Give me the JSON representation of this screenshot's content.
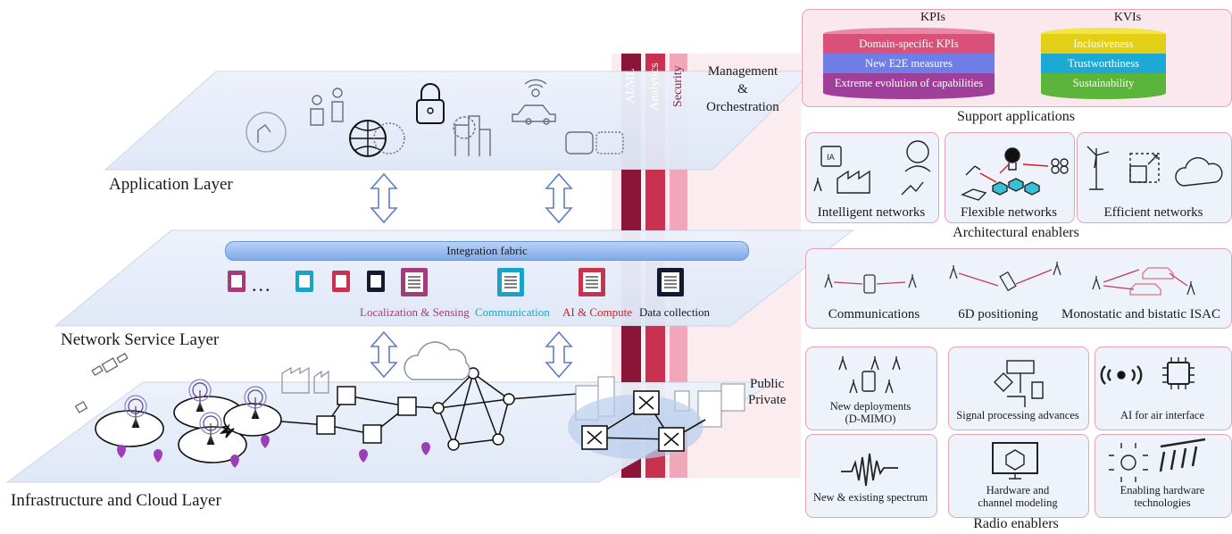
{
  "left": {
    "layers": {
      "application": "Application Layer",
      "network_service": "Network Service Layer",
      "infrastructure": "Infrastructure and Cloud Layer"
    },
    "integration_fabric": "Integration fabric",
    "service_groups": {
      "localization": "Localization & Sensing",
      "communication": "Communication",
      "ai_compute": "AI & Compute",
      "data_collection": "Data collection"
    },
    "ellipsis": "...",
    "management": {
      "title": "Management & Orchestration",
      "title_line1": "Management",
      "title_line2": "&",
      "title_line3": "Orchestration",
      "ai_ml": "AI/ML",
      "analytics": "Analytics",
      "security": "Security"
    },
    "cloud_types": {
      "public": "Public",
      "private": "Private"
    }
  },
  "right": {
    "support": {
      "kpis_title": "KPIs",
      "kvis_title": "KVIs",
      "kpis": [
        "Domain-specific KPIs",
        "New E2E measures",
        "Extreme evolution of capabilities"
      ],
      "kvis": [
        "Inclusiveness",
        "Trustworthiness",
        "Sustainability"
      ],
      "caption": "Support applications"
    },
    "architectural": {
      "panels": [
        "Intelligent networks",
        "Flexible networks",
        "Efficient networks"
      ],
      "caption": "Architectural enablers"
    },
    "isac": {
      "items": [
        "Communications",
        "6D positioning",
        "Monostatic and bistatic ISAC"
      ]
    },
    "radio": {
      "panels": {
        "new_deployments_line1": "New deployments",
        "new_deployments_line2": "(D-MIMO)",
        "signal_processing": "Signal processing advances",
        "ai_air": "AI for air interface",
        "spectrum": "New & existing spectrum",
        "hw_model_line1": "Hardware and",
        "hw_model_line2": "channel modeling",
        "hw_tech_line1": "Enabling hardware",
        "hw_tech_line2": "technologies"
      },
      "caption": "Radio enablers"
    }
  },
  "colors": {
    "ai_ml": "#8b1538",
    "analytics": "#c8324f",
    "security": "#f0a7b8",
    "localization": "#a23c7a",
    "communication": "#1aa3c8",
    "ai_compute": "#d21f1f",
    "data_collection": "#141a2e",
    "plane_fill": "#e8effa",
    "panel_border": "#e7a3b4"
  }
}
